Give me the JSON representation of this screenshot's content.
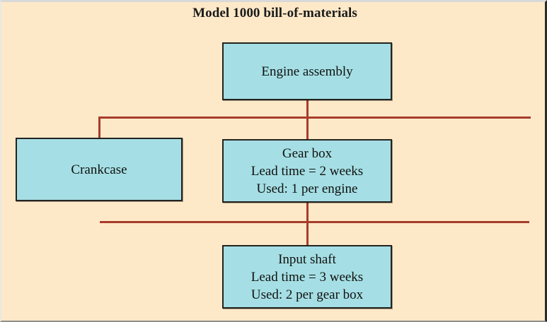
{
  "diagram": {
    "title": "Model 1000 bill-of-materials",
    "type": "bill-of-materials-tree",
    "colors": {
      "background": "#fde9c8",
      "node_fill": "#a5dfe5",
      "node_border": "#23231f",
      "connector": "#a83c2c",
      "text": "#11110f"
    },
    "nodes": [
      {
        "id": "engine",
        "level": 0,
        "lines": [
          "Engine assembly"
        ],
        "name": "Engine assembly"
      },
      {
        "id": "crankcase",
        "level": 1,
        "lines": [
          "Crankcase"
        ],
        "name": "Crankcase"
      },
      {
        "id": "gearbox",
        "level": 1,
        "lines": [
          "Gear box",
          "Lead time = 2 weeks",
          "Used: 1 per engine"
        ],
        "name": "Gear box",
        "lead_time": "2 weeks",
        "usage": "1 per engine"
      },
      {
        "id": "inputshaft",
        "level": 2,
        "lines": [
          "Input shaft",
          "Lead time = 3 weeks",
          "Used: 2 per gear box"
        ],
        "name": "Input shaft",
        "lead_time": "3 weeks",
        "usage": "2 per gear box"
      }
    ],
    "edges": [
      {
        "from": "engine",
        "to": "crankcase"
      },
      {
        "from": "engine",
        "to": "gearbox"
      },
      {
        "from": "gearbox",
        "to": "inputshaft"
      }
    ]
  }
}
